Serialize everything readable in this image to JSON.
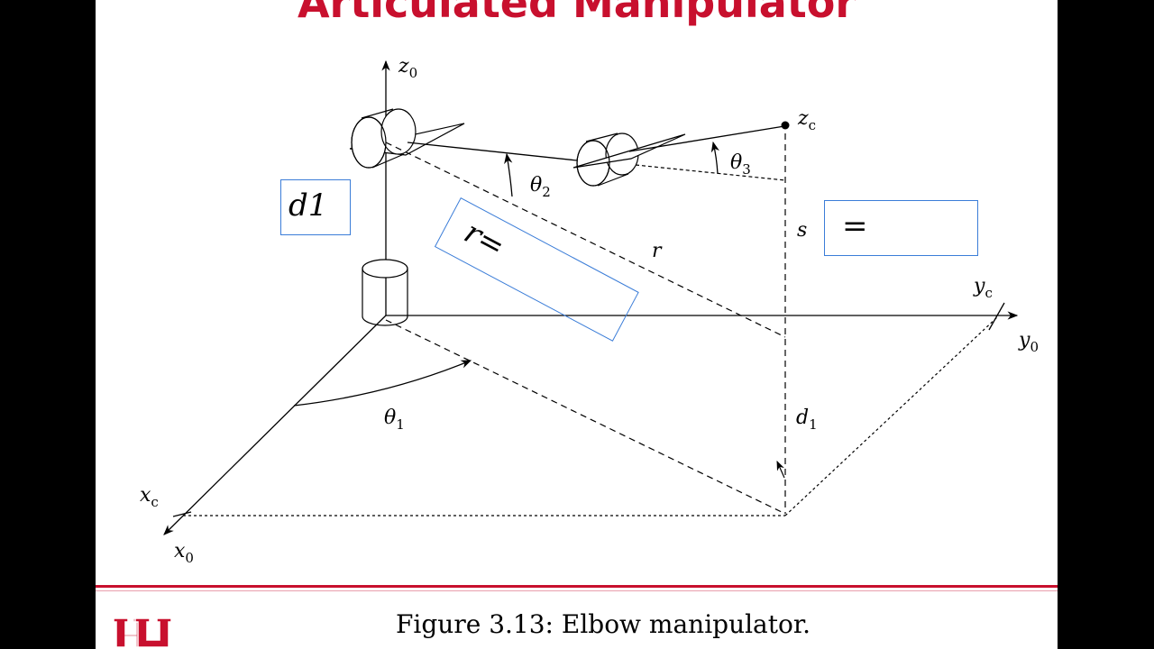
{
  "slide": {
    "title": "Articulated Manipulator",
    "caption": "Figure 3.13:  Elbow manipulator.",
    "logo_text": "UH",
    "brand_color": "#c8102e",
    "box_color": "#3b7dd8"
  },
  "boxes": {
    "d1": "d1",
    "r": "r=",
    "s": "="
  },
  "labels": {
    "z0": {
      "base": "z",
      "sub": "0"
    },
    "zc": {
      "base": "z",
      "sub": "c"
    },
    "theta2": {
      "base": "θ",
      "sub": "2"
    },
    "theta3": {
      "base": "θ",
      "sub": "3"
    },
    "theta1": {
      "base": "θ",
      "sub": "1"
    },
    "r": {
      "base": "r",
      "sub": ""
    },
    "s": {
      "base": "s",
      "sub": ""
    },
    "yc": {
      "base": "y",
      "sub": "c"
    },
    "y0": {
      "base": "y",
      "sub": "0"
    },
    "d1": {
      "base": "d",
      "sub": "1"
    },
    "xc": {
      "base": "x",
      "sub": "c"
    },
    "x0": {
      "base": "x",
      "sub": "0"
    }
  }
}
